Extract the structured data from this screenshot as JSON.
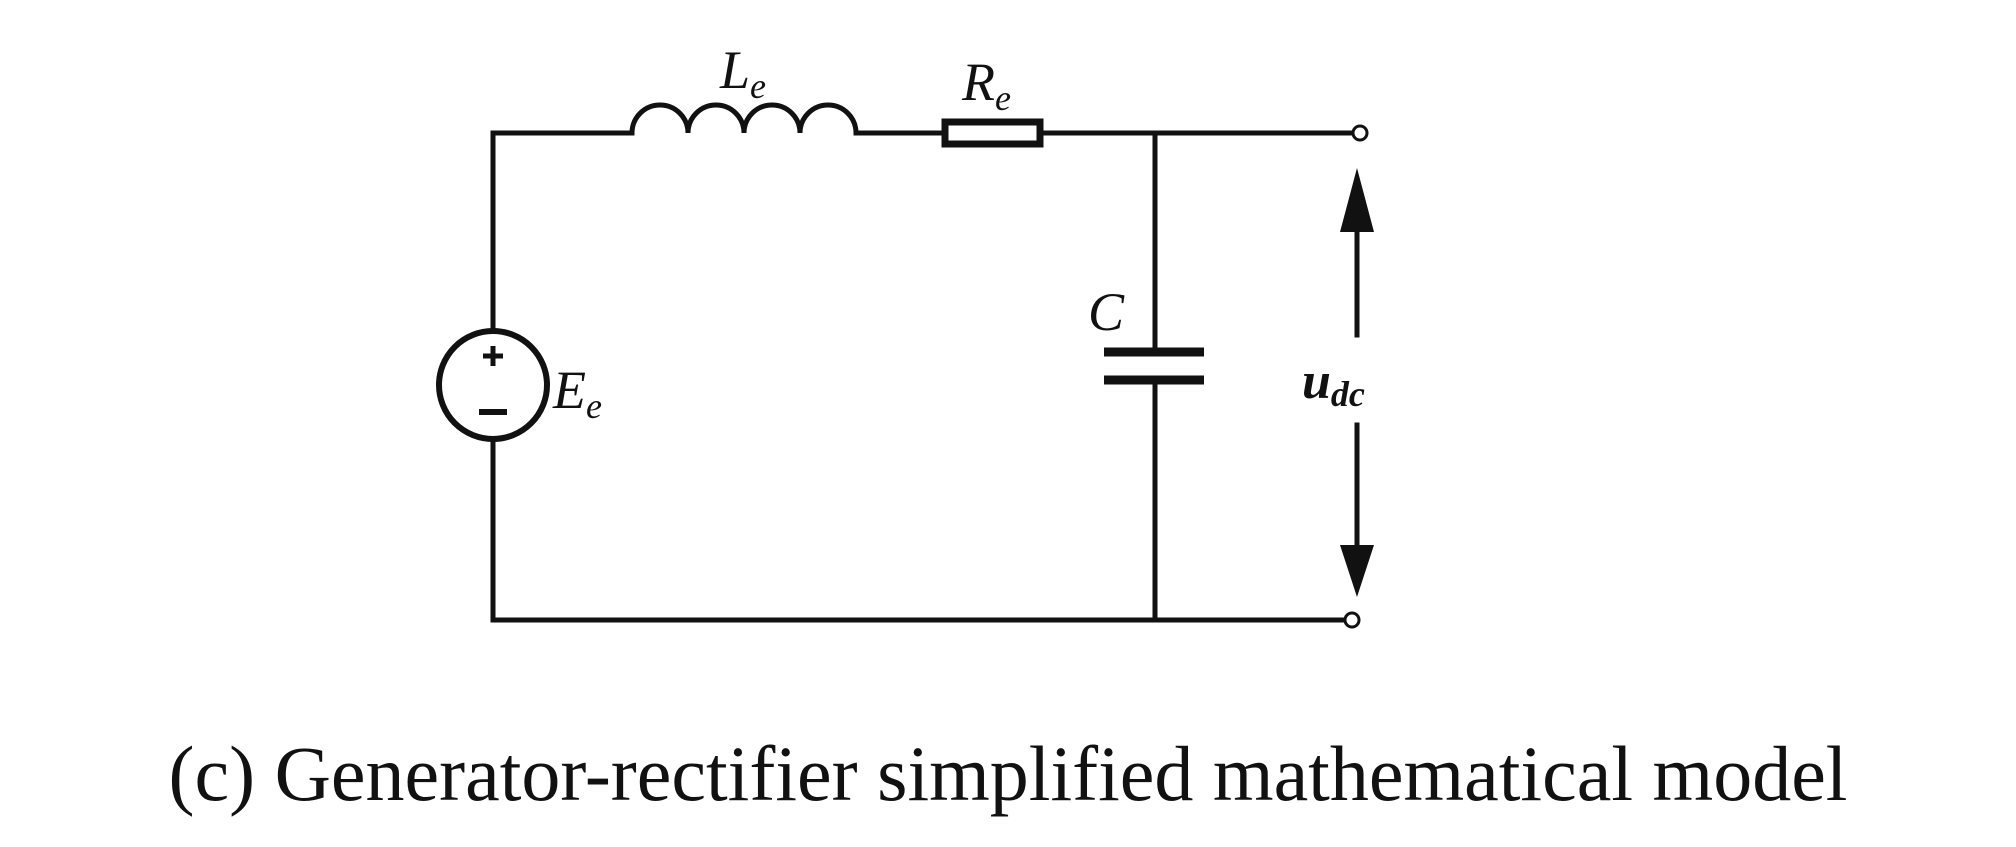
{
  "diagram": {
    "type": "circuit-schematic",
    "labels": {
      "inductor": {
        "main": "L",
        "sub": "e"
      },
      "resistor": {
        "main": "R",
        "sub": "e"
      },
      "capacitor": {
        "main": "C"
      },
      "source": {
        "main": "E",
        "sub": "e"
      },
      "voltage": {
        "main": "u",
        "sub": "dc"
      }
    },
    "source_signs": {
      "plus": "+",
      "minus": "−"
    }
  },
  "caption": "(c) Generator-rectifier simplified mathematical model"
}
